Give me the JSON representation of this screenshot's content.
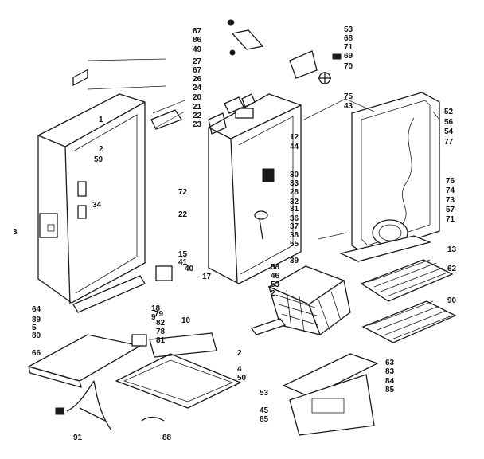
{
  "callouts": [
    "87",
    "86",
    "49",
    "27",
    "67",
    "26",
    "24",
    "20",
    "21",
    "22",
    "23",
    "1",
    "2",
    "59",
    "34",
    "3",
    "53",
    "68",
    "71",
    "69",
    "70",
    "75",
    "43",
    "52",
    "56",
    "54",
    "77",
    "12",
    "44",
    "30",
    "33",
    "28",
    "31",
    "32",
    "36",
    "37",
    "38",
    "55",
    "39",
    "72",
    "22",
    "15",
    "41",
    "40",
    "17",
    "58",
    "46",
    "53",
    "2",
    "76",
    "74",
    "73",
    "57",
    "71",
    "13",
    "62",
    "64",
    "89",
    "5",
    "80",
    "18",
    "9",
    "10",
    "79",
    "82",
    "78",
    "81",
    "66",
    "90",
    "63",
    "83",
    "84",
    "85",
    "2",
    "4",
    "50",
    "53",
    "45",
    "85",
    "91",
    "88"
  ]
}
